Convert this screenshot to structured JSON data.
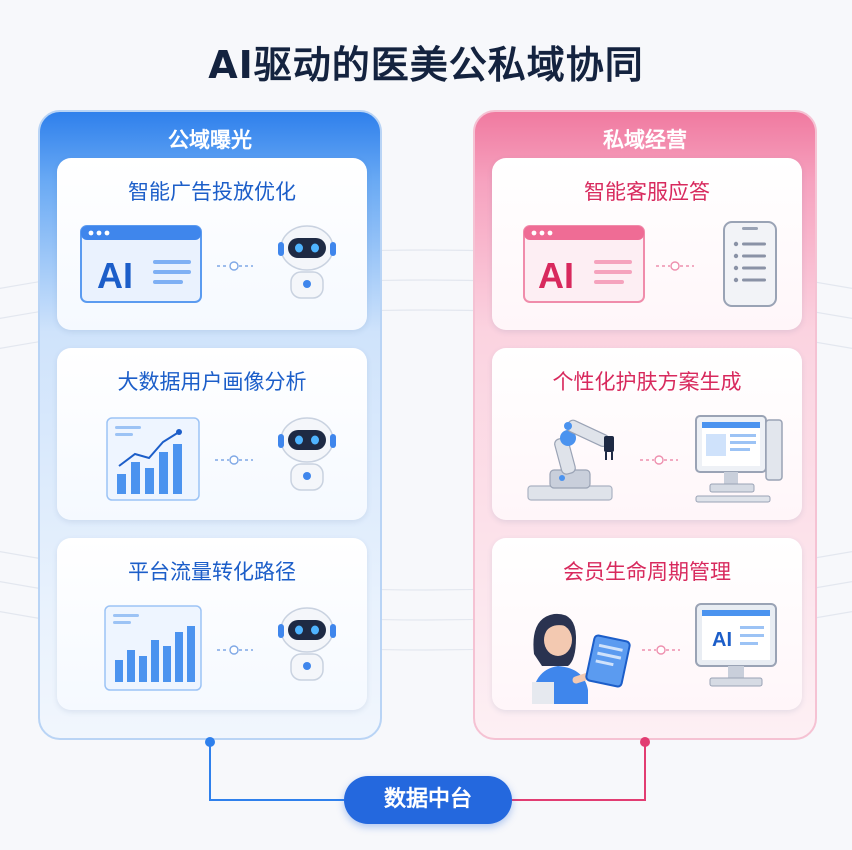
{
  "title": "AI驱动的医美公私域协同",
  "colors": {
    "public_accent": "#2f80ec",
    "private_accent": "#f07aa0",
    "hub": "#2468de",
    "title": "#14233f"
  },
  "public_domain": {
    "label": "公域曝光",
    "cards": [
      {
        "title": "智能广告投放优化",
        "left_icon": "ai-window-icon",
        "right_icon": "robot-icon"
      },
      {
        "title": "大数据用户画像分析",
        "left_icon": "bar-chart-trend-icon",
        "right_icon": "robot-icon"
      },
      {
        "title": "平台流量转化路径",
        "left_icon": "bar-chart-icon",
        "right_icon": "robot-icon"
      }
    ]
  },
  "private_domain": {
    "label": "私域经营",
    "cards": [
      {
        "title": "智能客服应答",
        "left_icon": "ai-window-icon",
        "right_icon": "smartphone-icon"
      },
      {
        "title": "个性化护肤方案生成",
        "left_icon": "robot-arm-icon",
        "right_icon": "desktop-computer-icon"
      },
      {
        "title": "会员生命周期管理",
        "left_icon": "woman-with-tablet-icon",
        "right_icon": "ai-desktop-icon"
      }
    ]
  },
  "icon_text": {
    "ai": "AI"
  },
  "hub": {
    "label": "数据中台"
  }
}
